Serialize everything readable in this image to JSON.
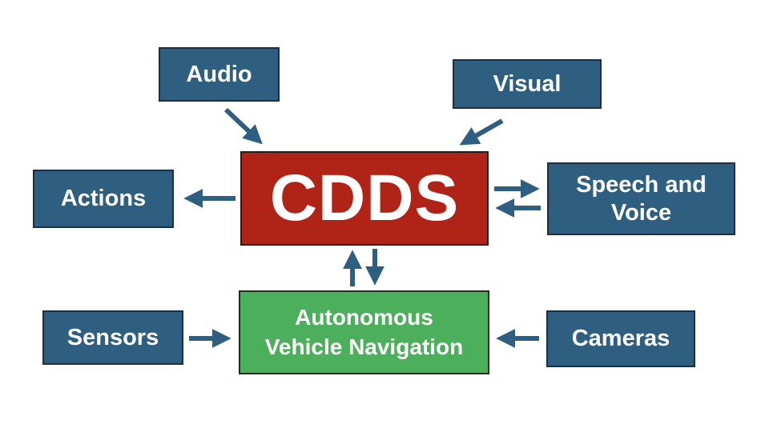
{
  "diagram": {
    "colors": {
      "input_box": "#2e5f80",
      "core_box": "#b02418",
      "navigation_box": "#4caf5c",
      "arrow": "#2e5f80",
      "text": "#ffffff"
    },
    "nodes": {
      "audio": "Audio",
      "visual": "Visual",
      "cdds": "CDDS",
      "actions": "Actions",
      "speech_voice": "Speech and\nVoice",
      "speech_line1": "Speech and",
      "speech_line2": "Voice",
      "navigation_line1": "Autonomous",
      "navigation_line2": "Vehicle Navigation",
      "sensors": "Sensors",
      "cameras": "Cameras"
    },
    "edges": [
      {
        "from": "Audio",
        "to": "CDDS"
      },
      {
        "from": "Visual",
        "to": "CDDS"
      },
      {
        "from": "CDDS",
        "to": "Actions"
      },
      {
        "from": "CDDS",
        "to": "Speech and Voice"
      },
      {
        "from": "Speech and Voice",
        "to": "CDDS"
      },
      {
        "from": "Autonomous Vehicle Navigation",
        "to": "CDDS"
      },
      {
        "from": "CDDS",
        "to": "Autonomous Vehicle Navigation"
      },
      {
        "from": "Sensors",
        "to": "Autonomous Vehicle Navigation"
      },
      {
        "from": "Cameras",
        "to": "Autonomous Vehicle Navigation"
      }
    ]
  }
}
